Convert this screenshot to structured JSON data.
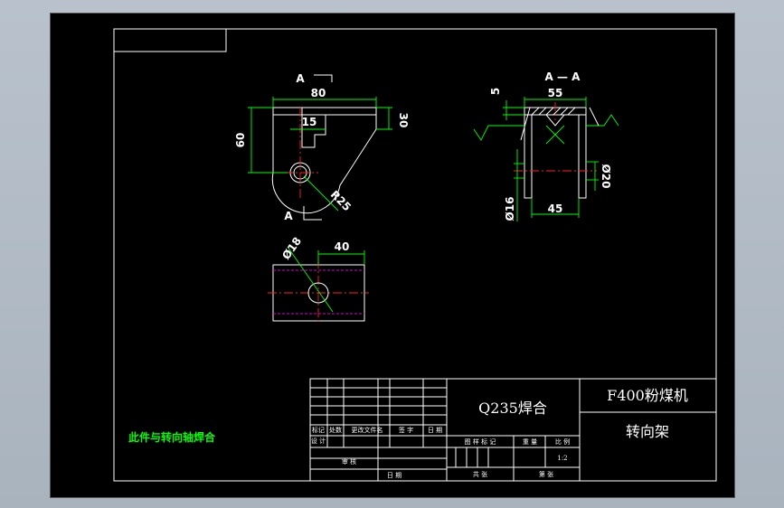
{
  "drawing": {
    "sections": {
      "front_view": "A",
      "section_view": "A — A",
      "cut_mark": "A"
    },
    "dimensions": {
      "width_80": "80",
      "width_15": "15",
      "height_30": "30",
      "height_60": "60",
      "radius": "R25",
      "section_width": "55",
      "thickness": "5",
      "gap": "45",
      "hole_dia_20": "Ø20",
      "hole_dia_16": "Ø16",
      "bottom_hole_dia": "Ø18",
      "bottom_dim": "40"
    },
    "note": "此件与转向轴焊合"
  },
  "title_block": {
    "material": "Q235焊合",
    "product_name": "F400粉煤机",
    "part_name": "转向架",
    "scale": "1:2",
    "labels": {
      "mark": "标记",
      "count": "处数",
      "change_doc": "更改文件名",
      "sign": "签 字",
      "date": "日 期",
      "design": "设 计",
      "drawing_mark": "图 样 标 记",
      "weight": "重 量",
      "ratio": "比 例",
      "review": "审 核",
      "total_sheets": "共 张",
      "sheet": "第 张",
      "date2": "日 期"
    }
  }
}
